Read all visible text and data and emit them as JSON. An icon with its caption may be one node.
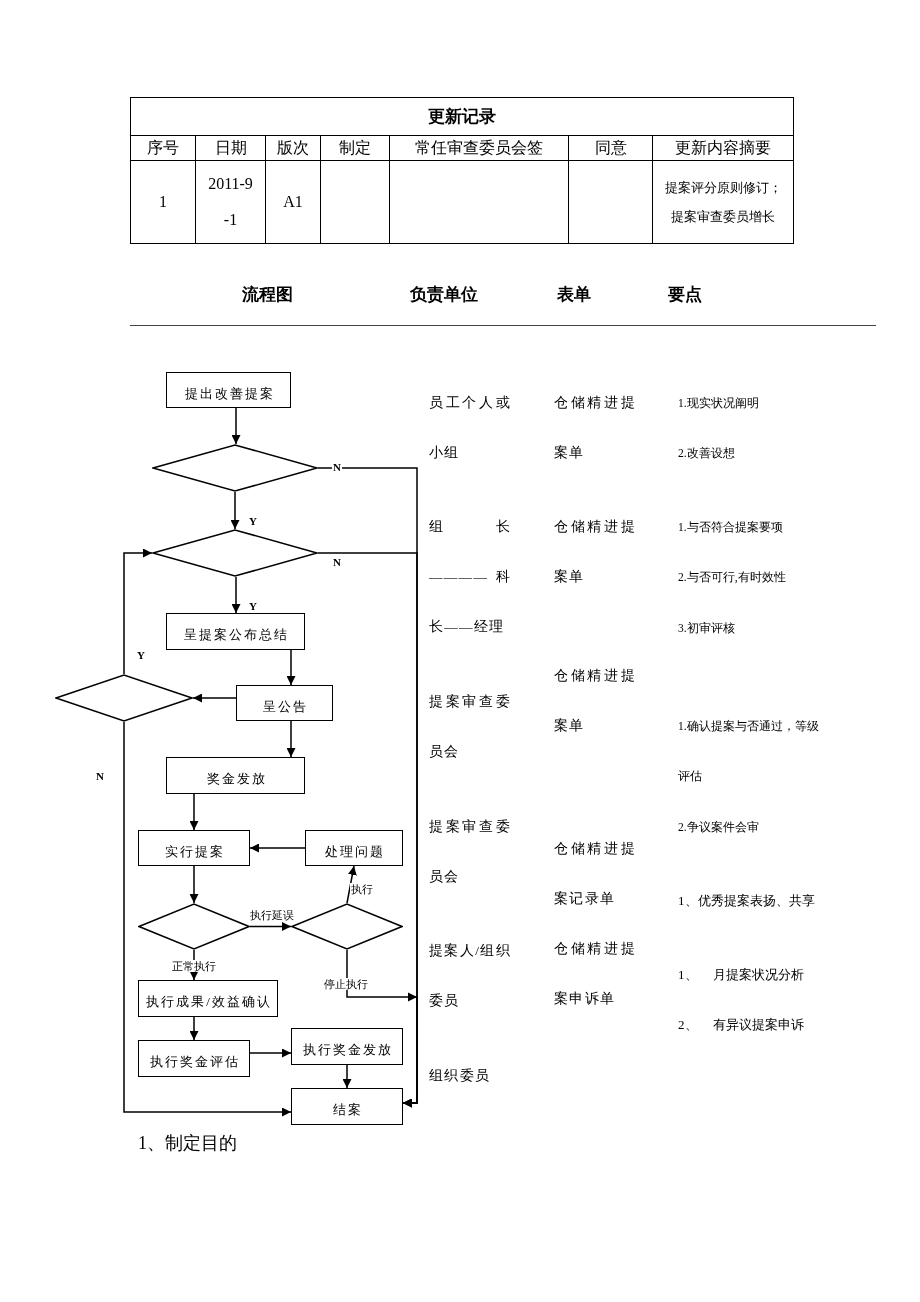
{
  "diagram": {
    "nodes": [
      {
        "text": [
          "提出改善提案"
        ]
      },
      {
        "text": [],
        "shape": "diamond"
      },
      {
        "text": [],
        "shape": "diamond"
      },
      {
        "text": [
          "呈提案公布总结"
        ]
      },
      {
        "text": [
          "呈公告"
        ]
      },
      {
        "text": [],
        "shape": "diamond"
      },
      {
        "text": [
          "奖金发放"
        ]
      },
      {
        "text": [
          "实行提案"
        ]
      },
      {
        "text": [
          "处理问题"
        ]
      },
      {
        "text": [],
        "shape": "diamond"
      },
      {
        "text": [],
        "shape": "diamond"
      },
      {
        "text": [
          "执行成果/效益确认"
        ]
      },
      {
        "text": [
          "执行奖金评估"
        ]
      },
      {
        "text": [
          "执行奖金发放"
        ]
      },
      {
        "text": [
          "结案"
        ]
      }
    ],
    "edges": [
      {
        "from": 0,
        "to": 1,
        "arrow": "to"
      },
      {
        "from": 1,
        "to": 2,
        "arrow": "to",
        "label": "Y"
      },
      {
        "from": 1,
        "to": 14,
        "arrow": "to",
        "label": "N"
      },
      {
        "from": 2,
        "to": 14,
        "arrow": "to",
        "label": "N"
      },
      {
        "from": 2,
        "to": 3,
        "arrow": "to",
        "label": "Y"
      },
      {
        "from": 3,
        "to": 4,
        "arrow": "to"
      },
      {
        "from": 4,
        "to": 5,
        "arrow": "to"
      },
      {
        "from": 5,
        "to": 2,
        "arrow": "to",
        "label": "Y"
      },
      {
        "from": 5,
        "to": 14,
        "arrow": "to",
        "label": "N"
      },
      {
        "from": 4,
        "to": 6,
        "arrow": "to"
      },
      {
        "from": 6,
        "to": 7,
        "arrow": "to"
      },
      {
        "from": 8,
        "to": 7,
        "arrow": "to"
      },
      {
        "from": 7,
        "to": 9,
        "arrow": "to"
      },
      {
        "from": 9,
        "to": 10,
        "arrow": "to",
        "label": "执行延误"
      },
      {
        "from": 10,
        "to": 8,
        "arrow": "to",
        "label": "执行"
      },
      {
        "from": 9,
        "to": 11,
        "arrow": "to",
        "label": "正常执行"
      },
      {
        "from": 10,
        "to": 14,
        "arrow": "to",
        "label": "停止执行"
      },
      {
        "from": 11,
        "to": 12,
        "arrow": "to"
      },
      {
        "from": 12,
        "to": 13,
        "arrow": "to"
      },
      {
        "from": 13,
        "to": 14,
        "arrow": "to"
      }
    ],
    "labels": [
      "更新记录",
      "序号",
      "日期",
      "版次",
      "制定",
      "常任审查委员会签",
      "同意",
      "更新内容摘要",
      "1",
      "2011-9-1",
      "A1",
      "提案评分原则修订；提案审查委员增长",
      "流程图",
      "负责单位",
      "表单",
      "要点",
      "员工个人或小组",
      "仓储精进提案单",
      "1.现实状况阐明",
      "2.改善设想",
      "组长————科长——经理",
      "仓储精进提案单",
      "1.与否符合提案要项",
      "2.与否可行,有时效性",
      "3.初审评核",
      "仓储精进提案单",
      "提案审查委员会",
      "1.确认提案与否通过，等级评估",
      "提案审查委员会",
      "2.争议案件会审",
      "仓储精进提案记录单",
      "1、优秀提案表扬、共享",
      "提案人/组织委员",
      "仓储精进提案申诉单",
      "1、 月提案状况分析",
      "2、 有异议提案申诉",
      "组织委员",
      "1、制定目的"
    ]
  }
}
